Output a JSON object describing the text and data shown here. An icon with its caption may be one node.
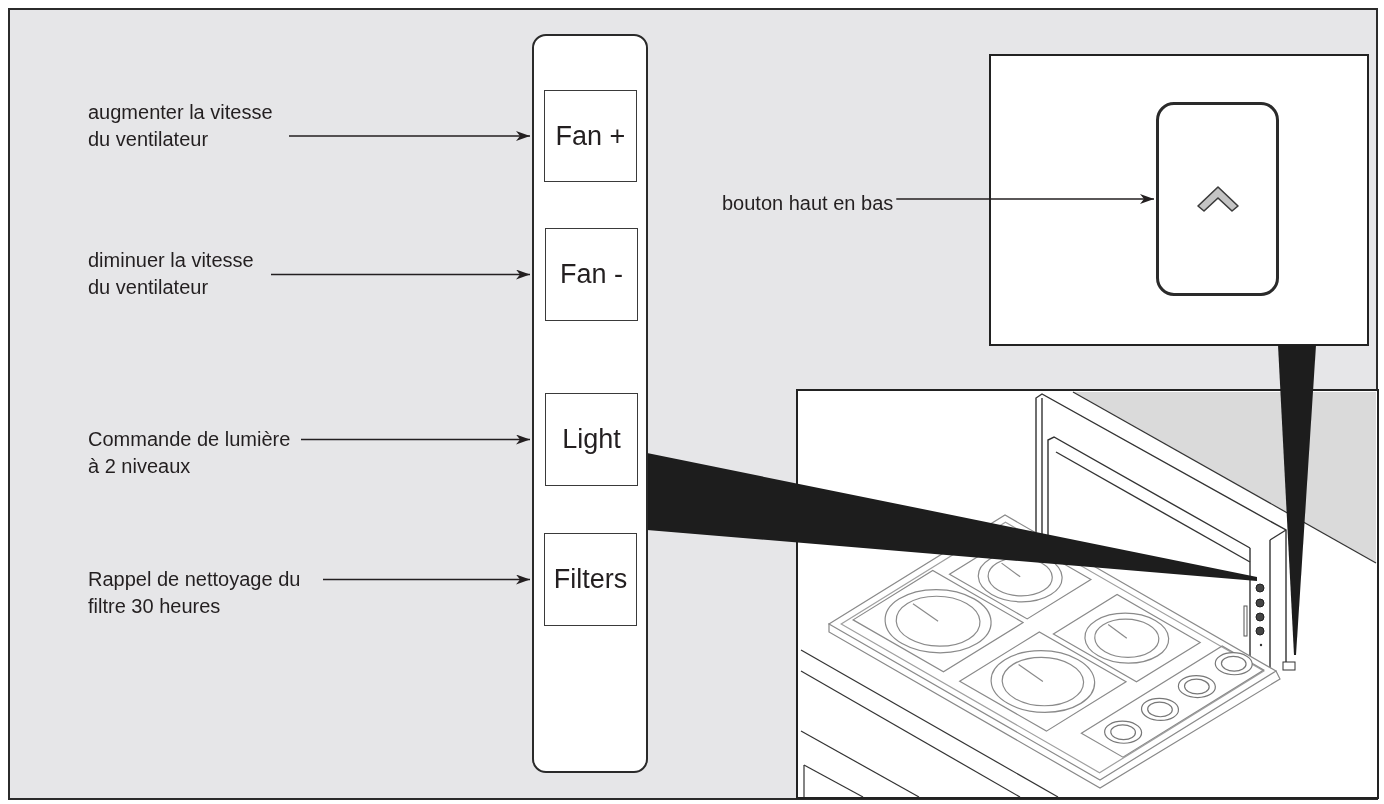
{
  "diagram": {
    "nodes": [
      {
        "text": [
          "augmenter la vitesse du ventilateur"
        ]
      },
      {
        "text": [
          "diminuer la vitesse du ventilateur"
        ]
      },
      {
        "text": [
          "Commande de lumière à 2 niveaux"
        ]
      },
      {
        "text": [
          "Rappel de nettoyage du filtre 30 heures"
        ]
      },
      {
        "text": [],
        "shape": "box"
      },
      {
        "text": [
          "Fan +"
        ],
        "in": 4
      },
      {
        "text": [
          "Fan -"
        ],
        "in": 4
      },
      {
        "text": [
          "Light"
        ],
        "in": 4
      },
      {
        "text": [
          "Filters"
        ],
        "in": 4
      },
      {
        "text": [
          "bouton haut en bas"
        ]
      },
      {
        "text": [],
        "shape": "box"
      }
    ],
    "edges": [
      {
        "from": 0,
        "to": 5,
        "arrow": "to"
      },
      {
        "from": 1,
        "to": 6,
        "arrow": "to"
      },
      {
        "from": 2,
        "to": 7,
        "arrow": "to"
      },
      {
        "from": 3,
        "to": 8,
        "arrow": "to"
      },
      {
        "from": 9,
        "to": 10,
        "arrow": "to"
      }
    ]
  }
}
